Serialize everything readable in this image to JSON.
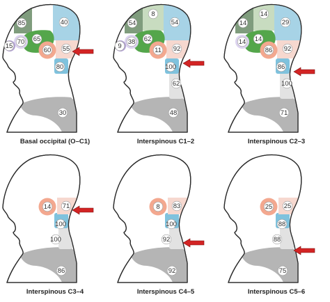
{
  "colors": {
    "occipital_dark": "#7f9c7d",
    "occipital_light": "#c8dcc0",
    "green_region": "#54a64b",
    "blue_region": "#a7d3e6",
    "blue_strong": "#7fc2dd",
    "pink_region": "#f6d8cf",
    "salmon_ring": "#f3a88f",
    "purple_region": "#b3a2d3",
    "grey_light": "#e2e2e2",
    "grey_dark": "#b5b5b5",
    "arrow": "#d32424"
  },
  "panels": [
    {
      "caption": "Basal occipital (O–C1)",
      "values": {
        "occipital_a": "85",
        "occipital_b": "",
        "top_back": "40",
        "green": "65",
        "purple": "15",
        "eye": "70",
        "ring": "60",
        "pink": "55",
        "blue_neck": "80",
        "grey_upper": "",
        "grey_lower": "30"
      }
    },
    {
      "caption": "Interspinous C1–2",
      "values": {
        "occipital_a": "54",
        "occipital_b": "8",
        "top_back": "54",
        "green": "62",
        "purple": "9",
        "eye": "38",
        "ring": "11",
        "pink": "92",
        "blue_neck": "100",
        "grey_upper": "62",
        "grey_lower": "48"
      }
    },
    {
      "caption": "Interspinous C2–3",
      "values": {
        "occipital_a": "14",
        "occipital_b": "14",
        "top_back": "29",
        "green": "14",
        "purple": "",
        "eye": "14",
        "ring": "86",
        "pink": "92",
        "blue_neck": "86",
        "grey_upper": "100",
        "grey_lower": "71"
      }
    },
    {
      "caption": "Interspinous C3–4",
      "values": {
        "ring": "14",
        "pink": "71",
        "blue_neck": "100",
        "grey_upper": "100",
        "grey_lower": "86"
      }
    },
    {
      "caption": "Interspinous C4–5",
      "values": {
        "ring": "8",
        "pink": "83",
        "blue_neck": "100",
        "grey_upper": "92",
        "grey_lower": "92"
      }
    },
    {
      "caption": "Interspinous C5–6",
      "values": {
        "ring": "25",
        "pink": "25",
        "blue_neck": "88",
        "grey_upper": "88",
        "grey_lower": "75"
      }
    }
  ]
}
